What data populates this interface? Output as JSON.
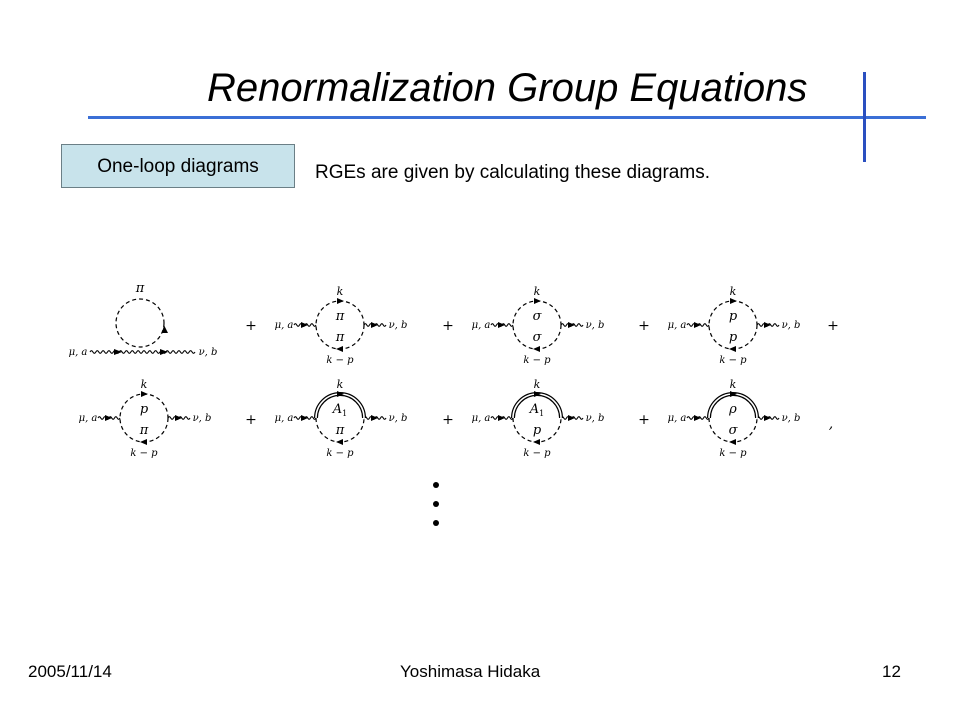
{
  "slide": {
    "title": "Renormalization Group Equations",
    "badge": "One-loop diagrams",
    "description": "RGEs are given by calculating  these diagrams.",
    "footer_date": "2005/11/14",
    "footer_author": "Yoshimasa Hidaka",
    "page_number": "12"
  },
  "diagrams": {
    "row1": {
      "tadpole": {
        "top": "π",
        "left": "μ, a",
        "right": "ν, b"
      },
      "loops": [
        {
          "top_momentum": "k",
          "top_field": "π",
          "bottom_field": "π",
          "bottom_momentum": "k − p",
          "left": "μ, a",
          "right": "ν, b"
        },
        {
          "top_momentum": "k",
          "top_field": "σ",
          "bottom_field": "σ",
          "bottom_momentum": "k − p",
          "left": "μ, a",
          "right": "ν, b"
        },
        {
          "top_momentum": "k",
          "top_field": "p",
          "bottom_field": "p",
          "bottom_momentum": "k − p",
          "left": "μ, a",
          "right": "ν, b"
        }
      ],
      "plus": "+"
    },
    "row2": {
      "loops": [
        {
          "top_momentum": "k",
          "top_field": "p",
          "bottom_field": "π",
          "bottom_momentum": "k − p",
          "left": "μ, a",
          "right": "ν, b"
        },
        {
          "top_momentum": "k",
          "top_field": "A",
          "top_field_sub": "1",
          "bottom_field": "π",
          "bottom_momentum": "k − p",
          "left": "μ, a",
          "right": "ν, b"
        },
        {
          "top_momentum": "k",
          "top_field": "A",
          "top_field_sub": "1",
          "bottom_field": "p",
          "bottom_momentum": "k − p",
          "left": "μ, a",
          "right": "ν, b"
        },
        {
          "top_momentum": "k",
          "top_field": "ρ",
          "bottom_field": "σ",
          "bottom_momentum": "k − p",
          "left": "μ, a",
          "right": "ν, b"
        }
      ],
      "plus": "+",
      "comma": ","
    },
    "ellipsis_dots": 3
  },
  "colors": {
    "accent_line": "#3b6fd6",
    "badge_fill": "#c8e3eb"
  }
}
